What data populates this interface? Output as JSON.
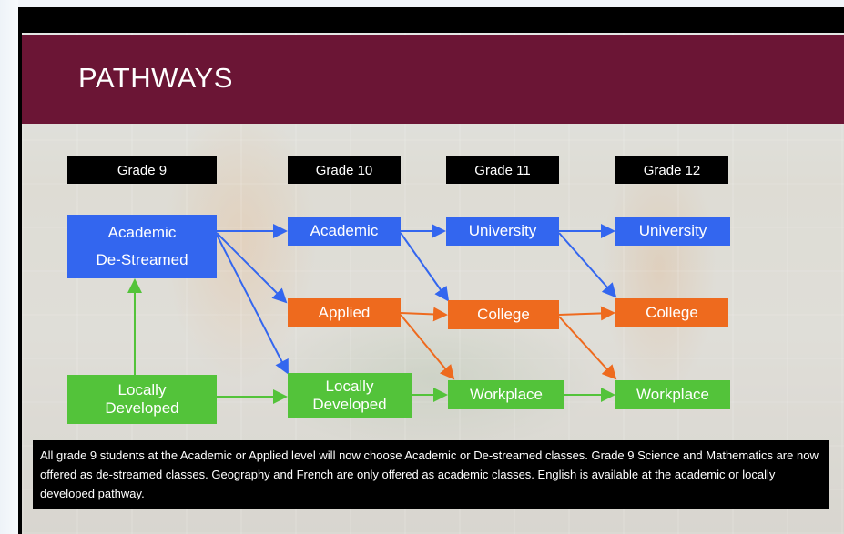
{
  "slide": {
    "title": "PATHWAYS",
    "grades": [
      "Grade 9",
      "Grade 10",
      "Grade 11",
      "Grade 12"
    ],
    "boxes": {
      "g9_academic": [
        "Academic",
        "De-Streamed"
      ],
      "g9_locally": [
        "Locally",
        "Developed"
      ],
      "g10_academic": [
        "Academic"
      ],
      "g10_applied": [
        "Applied"
      ],
      "g10_locally": [
        "Locally",
        "Developed"
      ],
      "g11_university": [
        "University"
      ],
      "g11_college": [
        "College"
      ],
      "g11_workplace": [
        "Workplace"
      ],
      "g12_university": [
        "University"
      ],
      "g12_college": [
        "College"
      ],
      "g12_workplace": [
        "Workplace"
      ]
    },
    "note": "All grade 9 students at the Academic or Applied level will now choose Academic or De-streamed classes. Grade 9 Science and Mathematics are now offered as de-streamed classes. Geography and French are only offered as academic classes. English is available at the academic or locally developed pathway."
  },
  "colors": {
    "title_band": "#6b1535",
    "blue": "#3366ef",
    "orange": "#ee6a1e",
    "green": "#53c33a",
    "label_bg": "#000000"
  }
}
